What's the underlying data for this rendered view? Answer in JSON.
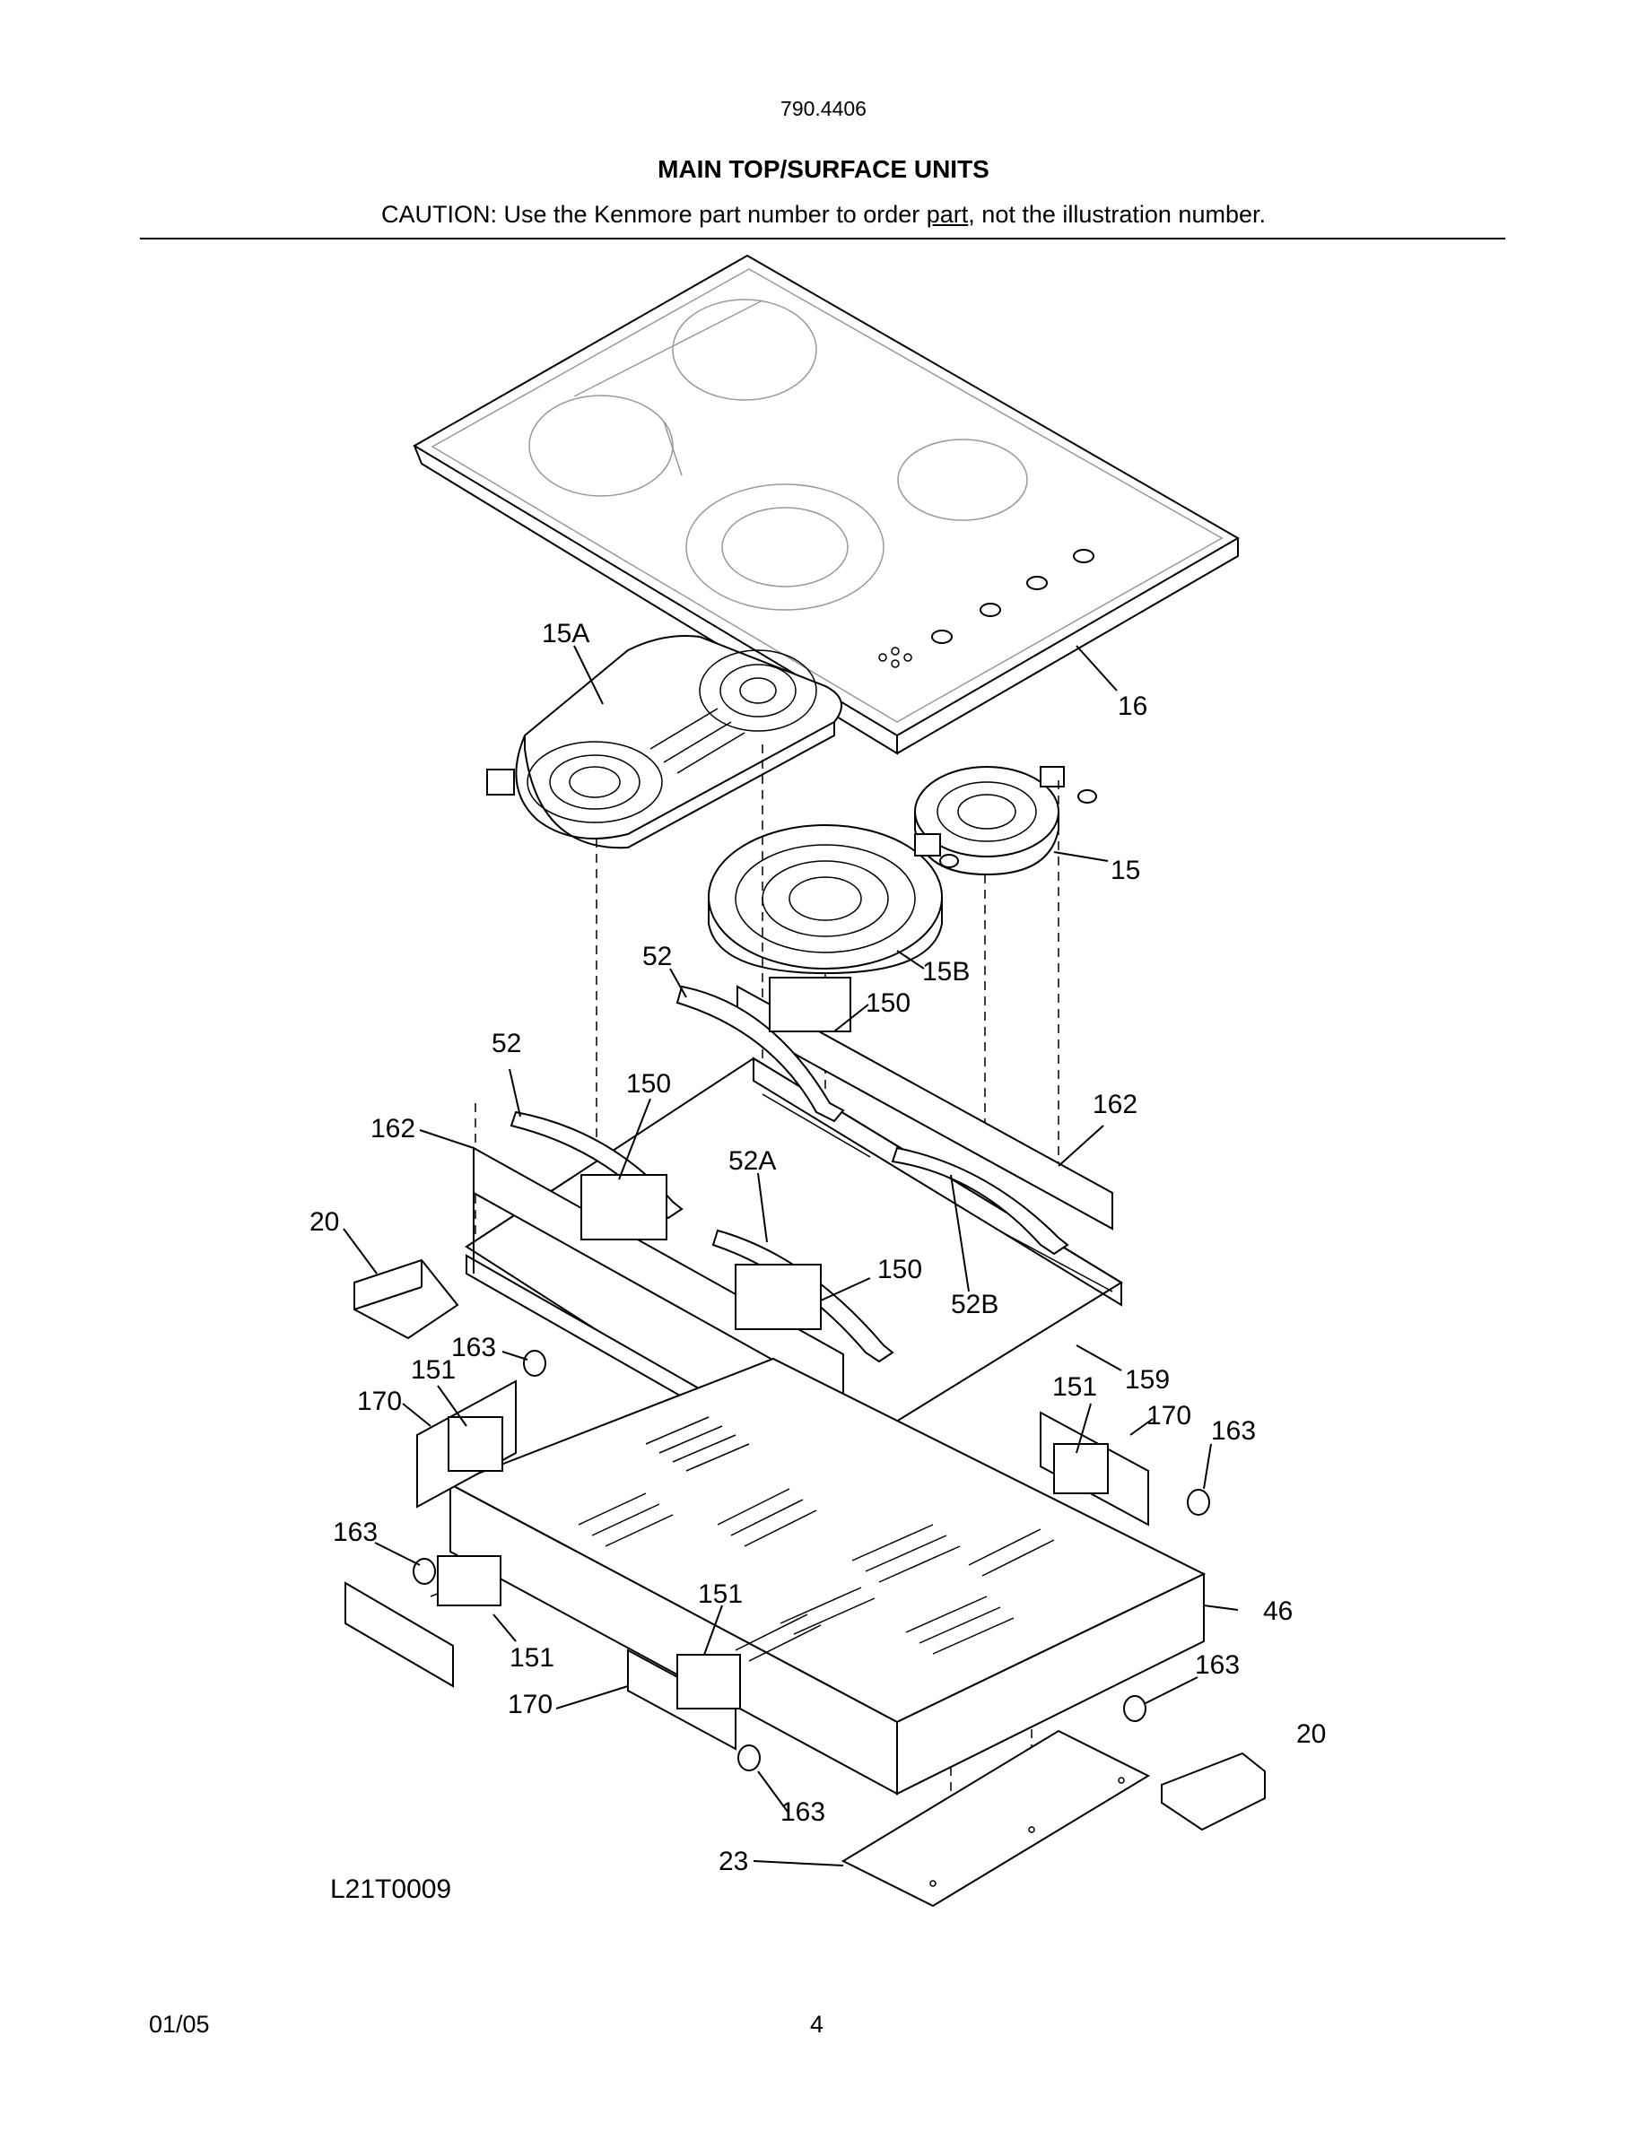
{
  "header": {
    "model_number": "790.4406",
    "title": "MAIN TOP/SURFACE UNITS",
    "caution_prefix": "CAUTION: Use the Kenmore part number to order ",
    "caution_link": "part",
    "caution_suffix": ", not the illustration number."
  },
  "diagram": {
    "code": "L21T0009",
    "callouts": {
      "c_15a": "15A",
      "c_16": "16",
      "c_15": "15",
      "c_15b": "15B",
      "c_52_top": "52",
      "c_52_left": "52",
      "c_150_top": "150",
      "c_150_left": "150",
      "c_150_mid": "150",
      "c_162_left": "162",
      "c_162_right": "162",
      "c_52a": "52A",
      "c_52b": "52B",
      "c_20_left": "20",
      "c_20_right": "20",
      "c_163_a": "163",
      "c_163_b": "163",
      "c_163_c": "163",
      "c_163_d": "163",
      "c_163_e": "163",
      "c_151_a": "151",
      "c_151_b": "151",
      "c_151_c": "151",
      "c_151_d": "151",
      "c_170_a": "170",
      "c_170_b": "170",
      "c_170_c": "170",
      "c_159": "159",
      "c_46": "46",
      "c_23": "23"
    }
  },
  "footer": {
    "date": "01/05",
    "page": "4"
  }
}
